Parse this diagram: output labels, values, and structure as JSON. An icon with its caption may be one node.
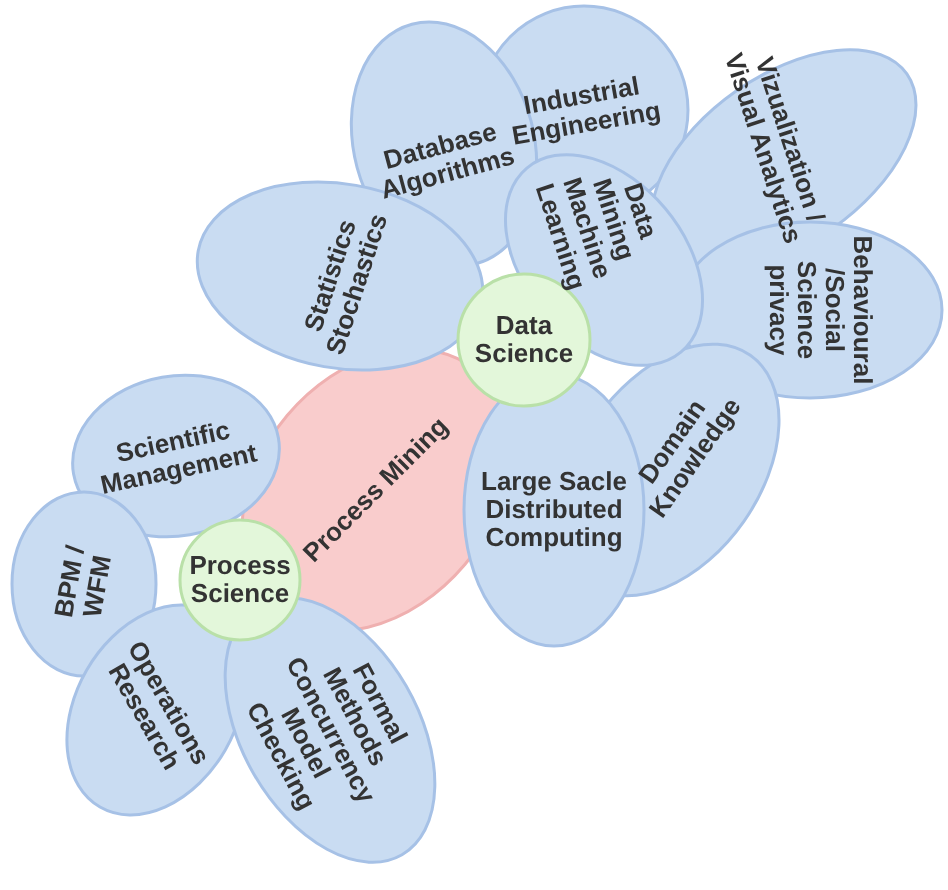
{
  "diagram": {
    "nodes": [
      {
        "text": [
          "Data Science"
        ]
      },
      {
        "text": [
          "Database Algorithms"
        ]
      },
      {
        "text": [
          "Industrial Engineering"
        ]
      },
      {
        "text": [
          "Vizualization / Visual Analytics"
        ]
      },
      {
        "text": [
          "Behavioural /Social Science privacy"
        ]
      },
      {
        "text": [
          "Domain Knowledge"
        ]
      },
      {
        "text": [
          "Large Sacle Distributed Computing"
        ]
      },
      {
        "text": [
          "Data Mining Machine Learning"
        ]
      },
      {
        "text": [
          "Statistics Stochastics"
        ]
      },
      {
        "text": [
          "Process Mining"
        ]
      },
      {
        "text": [
          "Process Science"
        ]
      },
      {
        "text": [
          "Scientific Management"
        ]
      },
      {
        "text": [
          "BPM / WFM"
        ]
      },
      {
        "text": [
          "Operations Research"
        ]
      },
      {
        "text": [
          "Formal Methods Concurrency Model Checking"
        ]
      }
    ]
  }
}
